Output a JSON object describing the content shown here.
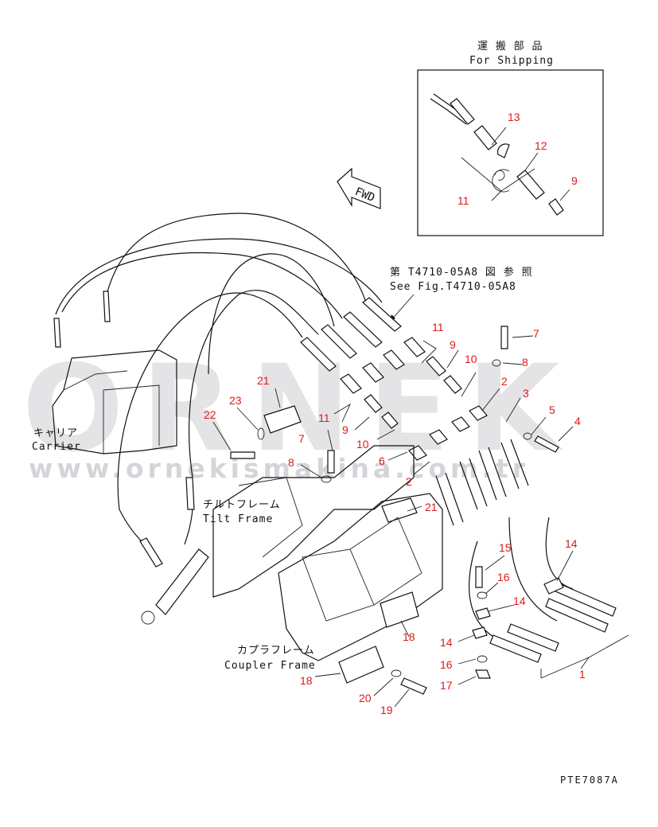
{
  "shipping_label_jp": "運 搬 部 品",
  "shipping_label_en": "For Shipping",
  "fwd_label": "FWD",
  "ref_label_jp": "第 T4710-05A8 図 参 照",
  "ref_label_en": "See Fig.T4710-05A8",
  "carrier_jp": "キャリア",
  "carrier_en": "Carrier",
  "tilt_frame_jp": "チルトフレーム",
  "tilt_frame_en": "Tilt Frame",
  "coupler_frame_jp": "カプラフレーム",
  "coupler_frame_en": "Coupler Frame",
  "drawing_code": "PTE7087A",
  "watermark_main": "ORNEK",
  "watermark_url": "www.ornekismakina.com.tr",
  "colors": {
    "callout": "#e01818",
    "line": "#111111",
    "watermark": "#cfcfd4"
  },
  "callouts": {
    "c13": "13",
    "c12": "12",
    "c11_ship": "11",
    "c9_ship": "9",
    "c11a": "11",
    "c9a": "9",
    "c10a": "10",
    "c7a": "7",
    "c8a": "8",
    "c2a": "2",
    "c3": "3",
    "c5": "5",
    "c4": "4",
    "c21a": "21",
    "c23": "23",
    "c22": "22",
    "c11b": "11",
    "c9b": "9",
    "c10b": "10",
    "c7b": "7",
    "c8b": "8",
    "c6": "6",
    "c2b": "2",
    "c21b": "21",
    "c14a": "14",
    "c15": "15",
    "c16a": "16",
    "c14b": "14",
    "c14c": "14",
    "c16b": "16",
    "c17": "17",
    "c1": "1",
    "c18a": "18",
    "c18b": "18",
    "c20": "20",
    "c19": "19"
  }
}
